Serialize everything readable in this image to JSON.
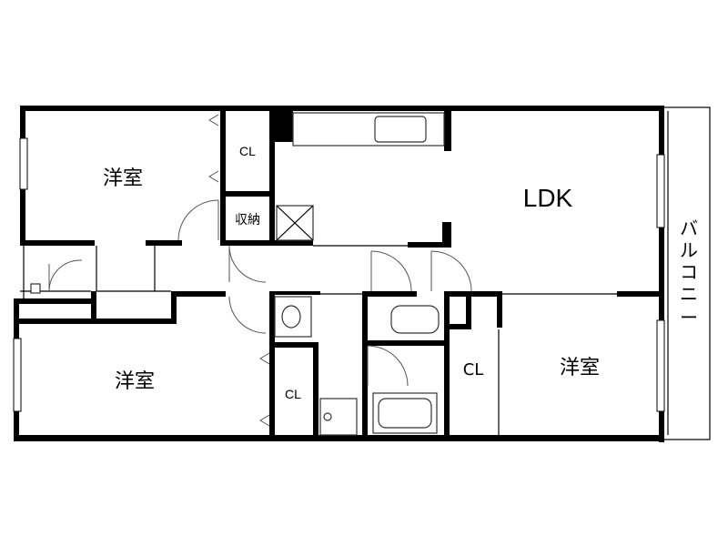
{
  "rooms": {
    "western_room_top_left": "洋室",
    "western_room_bottom_left": "洋室",
    "western_room_bottom_right": "洋室",
    "ldk": "LDK",
    "closet_top": "CL",
    "closet_bottom": "CL",
    "closet_right": "CL",
    "storage": "収納",
    "balcony": [
      "バ",
      "ル",
      "コ",
      "ニ",
      "ー"
    ]
  }
}
